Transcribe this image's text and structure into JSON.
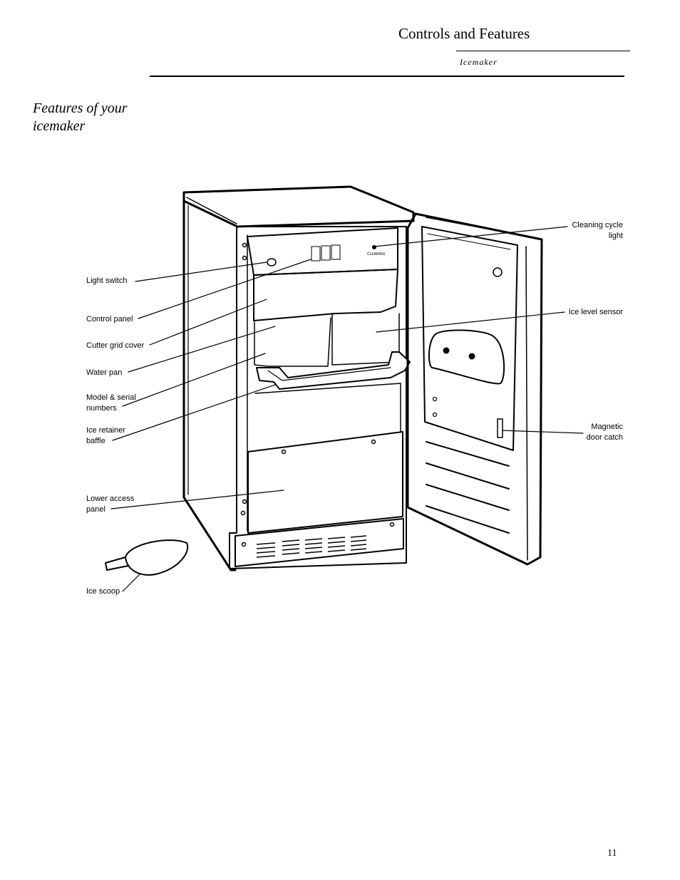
{
  "header": {
    "title": "Controls and Features",
    "subtitle": "Icemaker"
  },
  "section": {
    "title_line1": "Features of your",
    "title_line2": "icemaker"
  },
  "panel": {
    "cleaning_text": "CLEANING"
  },
  "labels": {
    "light_switch": "Light switch",
    "control_panel": "Control panel",
    "cutter_grid_cover": "Cutter grid cover",
    "water_pan": "Water pan",
    "model_serial_1": "Model & serial",
    "model_serial_2": "numbers",
    "ice_retainer_1": "Ice retainer",
    "ice_retainer_2": "baffle",
    "lower_access_1": "Lower access",
    "lower_access_2": "panel",
    "ice_scoop": "Ice scoop",
    "cleaning_cycle_1": "Cleaning cycle",
    "cleaning_cycle_2": "light",
    "ice_level_sensor": "Ice level sensor",
    "magnetic_catch_1": "Magnetic",
    "magnetic_catch_2": "door catch"
  },
  "page_number": "11"
}
